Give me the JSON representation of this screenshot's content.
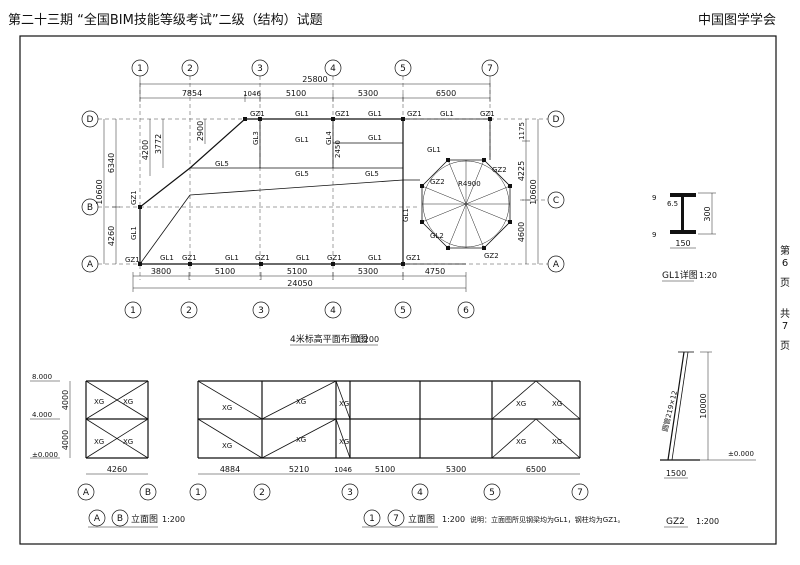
{
  "header": {
    "title": "第二十三期 “全国BIM技能等级考试”二级（结构）试题",
    "org": "中国图学学会"
  },
  "side": {
    "page_no_label": "第",
    "page_no": "6",
    "page_unit": "页",
    "total_label": "共",
    "total": "7",
    "total_unit": "页"
  },
  "plan": {
    "caption": "4米标高平面布置图",
    "scale": "1:200",
    "top_grids": [
      "1",
      "2",
      "3",
      "4",
      "5",
      "7"
    ],
    "bottom_grids": [
      "1",
      "2",
      "3",
      "4",
      "5",
      "6"
    ],
    "left_grids": [
      "D",
      "B",
      "A"
    ],
    "right_grids": [
      "D",
      "C",
      "A"
    ],
    "top_total": "25800",
    "top_spans": [
      "7854",
      "1046",
      "5100",
      "5300",
      "6500"
    ],
    "bottom_spans": [
      "3800",
      "5100",
      "5100",
      "5300",
      "4750"
    ],
    "bottom_total": "24050",
    "left_outer": [
      "6340",
      "4260"
    ],
    "left_outer_total": "10600",
    "left_inner": [
      "4200",
      "3772",
      "2900"
    ],
    "right_outer": [
      "1175",
      "4225",
      "4600"
    ],
    "right_outer_total": "10600",
    "radius": "R4900",
    "mid_dim": "2450",
    "gz1": "GZ1",
    "gz2": "GZ2",
    "gl1": "GL1",
    "gl2": "GL2",
    "gl3": "GL3",
    "gl4": "GL4",
    "gl5": "GL5"
  },
  "gl_detail": {
    "caption": "GL1详图",
    "scale": "1:20",
    "depth": "300",
    "width": "150",
    "web": "6.5",
    "flange": "9"
  },
  "elev_ab": {
    "caption": "立面图",
    "grid_a": "A",
    "grid_b": "B",
    "scale": "1:200",
    "levels": [
      "8.000",
      "4.000",
      "±0.000"
    ],
    "heights": [
      "4000",
      "4000"
    ],
    "span": "4260",
    "brace": "XG"
  },
  "elev_17": {
    "caption": "立面图",
    "grid_1": "1",
    "grid_7": "7",
    "scale": "1:200",
    "note": "说明：立面图所见钢梁均为GL1，钢柱均为GZ1。",
    "grids": [
      "1",
      "2",
      "3",
      "4",
      "5",
      "7"
    ],
    "spans": [
      "4884",
      "5210",
      "1046",
      "5100",
      "5300",
      "6500"
    ],
    "brace": "XG"
  },
  "gz2": {
    "caption": "GZ2",
    "scale": "1:200",
    "pipe": "圆管219×12",
    "height": "10000",
    "base": "1500",
    "level": "±0.000"
  }
}
